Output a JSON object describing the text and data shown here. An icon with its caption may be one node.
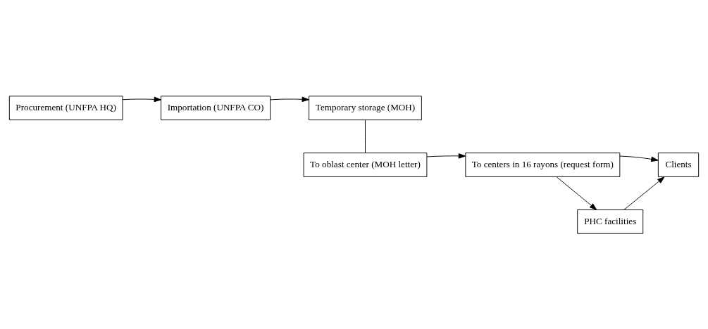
{
  "diagram": {
    "nodes": [
      {
        "text": [
          "Procurement (UNFPA HQ)"
        ]
      },
      {
        "text": [
          "Importation (UNFPA CO)"
        ]
      },
      {
        "text": [
          "Temporary storage (MOH)"
        ]
      },
      {
        "text": [
          "To oblast center (MOH letter)"
        ]
      },
      {
        "text": [
          "To centers in 16 rayons (request form)"
        ]
      },
      {
        "text": [
          "Clients"
        ]
      },
      {
        "text": [
          "PHC facilities"
        ]
      }
    ],
    "edges": [
      {
        "from": 0,
        "to": 1,
        "arrow": "to"
      },
      {
        "from": 1,
        "to": 2,
        "arrow": "to"
      },
      {
        "from": 2,
        "to": 3,
        "arrow": "none"
      },
      {
        "from": 3,
        "to": 4,
        "arrow": "to"
      },
      {
        "from": 4,
        "to": 5,
        "arrow": "to"
      },
      {
        "from": 4,
        "to": 6,
        "arrow": "to"
      },
      {
        "from": 6,
        "to": 5,
        "arrow": "to"
      }
    ]
  }
}
